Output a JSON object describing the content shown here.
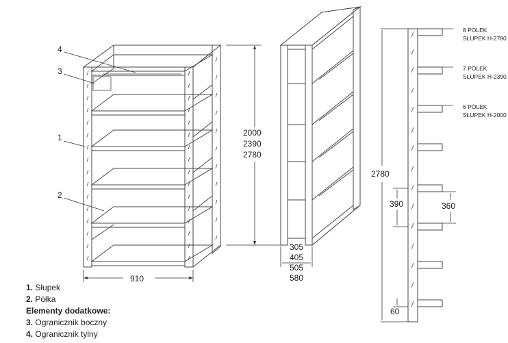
{
  "callouts": {
    "c1": "1",
    "c2": "2",
    "c3": "3",
    "c4": "4"
  },
  "dimensions": {
    "width": "910",
    "heights": [
      "2000",
      "2390",
      "2780"
    ],
    "depths": [
      "305",
      "405",
      "505",
      "580"
    ],
    "post_height": "2780",
    "pitch_390": "390",
    "pitch_360": "360",
    "offset_60": "60"
  },
  "post_notes": [
    {
      "line1": "8 PÓLEK",
      "line2": "SŁUPEK H-2780"
    },
    {
      "line1": "7 PÓLEK",
      "line2": "SŁUPEK H-2390"
    },
    {
      "line1": "6 PÓLEK",
      "line2": "SŁUPEK H-2000"
    }
  ],
  "legend": {
    "item1_num": "1.",
    "item1_text": "Słupek",
    "item2_num": "2.",
    "item2_text": "Półka",
    "extra_heading": "Elementy dodatkowe:",
    "item3_num": "3.",
    "item3_text": "Ogranicznik boczny",
    "item4_num": "4.",
    "item4_text": "Ogranicznik tylny"
  }
}
